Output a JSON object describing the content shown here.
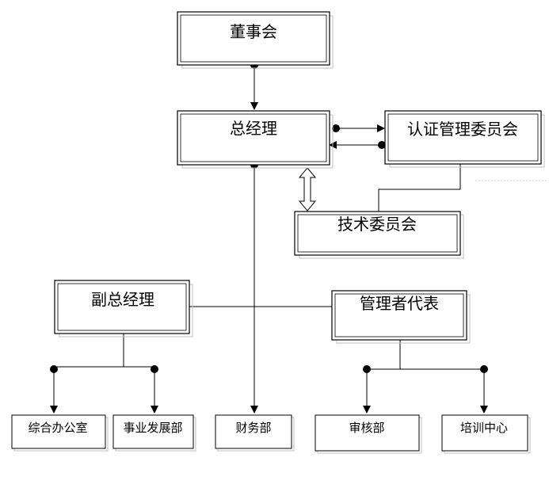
{
  "nodes": {
    "board": "董事会",
    "gm": "总经理",
    "cert_committee": "认证管理委员会",
    "tech_committee": "技术委员会",
    "deputy_gm": "副总经理",
    "mgmt_rep": "管理者代表",
    "general_office": "综合办公室",
    "business_dev": "事业发展部",
    "finance": "财务部",
    "audit": "审核部",
    "training": "培训中心"
  }
}
